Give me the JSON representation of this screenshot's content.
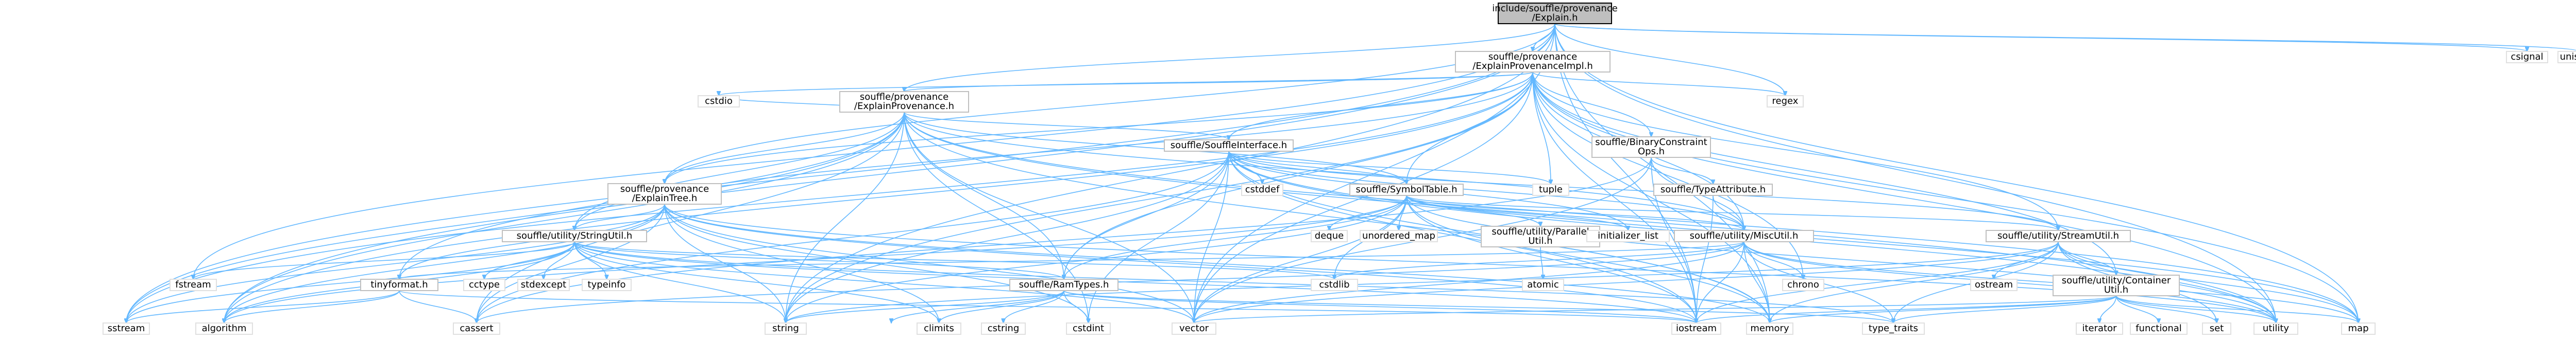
{
  "diagram": {
    "nodes": [
      {
        "id": "root",
        "lines": [
          "include/souffle/provenance",
          "/Explain.h"
        ],
        "style": "root"
      },
      {
        "id": "explainprovimpl",
        "lines": [
          "souffle/provenance",
          "/ExplainProvenanceImpl.h"
        ],
        "style": "normal"
      },
      {
        "id": "csignal",
        "lines": [
          "csignal"
        ],
        "style": "plain"
      },
      {
        "id": "unistd",
        "lines": [
          "unistd.h"
        ],
        "style": "plain"
      },
      {
        "id": "explainprov",
        "lines": [
          "souffle/provenance",
          "/ExplainProvenance.h"
        ],
        "style": "normal"
      },
      {
        "id": "regex",
        "lines": [
          "regex"
        ],
        "style": "plain"
      },
      {
        "id": "cstdio",
        "lines": [
          "cstdio"
        ],
        "style": "plain"
      },
      {
        "id": "souffleinterface",
        "lines": [
          "souffle/SouffleInterface.h"
        ],
        "style": "normal"
      },
      {
        "id": "binaryconstraint",
        "lines": [
          "souffle/BinaryConstraint",
          "Ops.h"
        ],
        "style": "normal"
      },
      {
        "id": "explaintree",
        "lines": [
          "souffle/provenance",
          "/ExplainTree.h"
        ],
        "style": "normal"
      },
      {
        "id": "cstddef",
        "lines": [
          "cstddef"
        ],
        "style": "plain"
      },
      {
        "id": "symboltable",
        "lines": [
          "souffle/SymbolTable.h"
        ],
        "style": "normal"
      },
      {
        "id": "tuple",
        "lines": [
          "tuple"
        ],
        "style": "plain"
      },
      {
        "id": "typeattribute",
        "lines": [
          "souffle/TypeAttribute.h"
        ],
        "style": "normal"
      },
      {
        "id": "stringutil",
        "lines": [
          "souffle/utility/StringUtil.h"
        ],
        "style": "normal"
      },
      {
        "id": "deque",
        "lines": [
          "deque"
        ],
        "style": "plain"
      },
      {
        "id": "unordered_map",
        "lines": [
          "unordered_map"
        ],
        "style": "plain"
      },
      {
        "id": "parallelutil",
        "lines": [
          "souffle/utility/Parallel",
          "Util.h"
        ],
        "style": "normal"
      },
      {
        "id": "initializer_list",
        "lines": [
          "initializer_list"
        ],
        "style": "plain"
      },
      {
        "id": "miscutil",
        "lines": [
          "souffle/utility/MiscUtil.h"
        ],
        "style": "normal"
      },
      {
        "id": "streamutil",
        "lines": [
          "souffle/utility/StreamUtil.h"
        ],
        "style": "normal"
      },
      {
        "id": "fstream",
        "lines": [
          "fstream"
        ],
        "style": "plain"
      },
      {
        "id": "cctype",
        "lines": [
          "cctype"
        ],
        "style": "plain"
      },
      {
        "id": "stdexcept",
        "lines": [
          "stdexcept"
        ],
        "style": "plain"
      },
      {
        "id": "typeinfo",
        "lines": [
          "typeinfo"
        ],
        "style": "plain"
      },
      {
        "id": "tinyformat",
        "lines": [
          "tinyformat.h"
        ],
        "style": "normal"
      },
      {
        "id": "atomic",
        "lines": [
          "atomic"
        ],
        "style": "plain"
      },
      {
        "id": "ramtypes",
        "lines": [
          "souffle/RamTypes.h"
        ],
        "style": "normal"
      },
      {
        "id": "cstdlib",
        "lines": [
          "cstdlib"
        ],
        "style": "plain"
      },
      {
        "id": "chrono",
        "lines": [
          "chrono"
        ],
        "style": "plain"
      },
      {
        "id": "ostream",
        "lines": [
          "ostream"
        ],
        "style": "plain"
      },
      {
        "id": "containerutil",
        "lines": [
          "souffle/utility/Container",
          "Util.h"
        ],
        "style": "normal"
      },
      {
        "id": "sstream",
        "lines": [
          "sstream"
        ],
        "style": "plain"
      },
      {
        "id": "algorithm",
        "lines": [
          "algorithm"
        ],
        "style": "plain"
      },
      {
        "id": "cassert",
        "lines": [
          "cassert"
        ],
        "style": "plain"
      },
      {
        "id": "string",
        "lines": [
          "string"
        ],
        "style": "plain"
      },
      {
        "id": "climits",
        "lines": [
          "climits"
        ],
        "style": "plain"
      },
      {
        "id": "cstring",
        "lines": [
          "cstring"
        ],
        "style": "plain"
      },
      {
        "id": "cstdint",
        "lines": [
          "cstdint"
        ],
        "style": "plain"
      },
      {
        "id": "vector",
        "lines": [
          "vector"
        ],
        "style": "plain"
      },
      {
        "id": "iostream",
        "lines": [
          "iostream"
        ],
        "style": "plain"
      },
      {
        "id": "memory",
        "lines": [
          "memory"
        ],
        "style": "plain"
      },
      {
        "id": "type_traits",
        "lines": [
          "type_traits"
        ],
        "style": "plain"
      },
      {
        "id": "iterator",
        "lines": [
          "iterator"
        ],
        "style": "plain"
      },
      {
        "id": "functional",
        "lines": [
          "functional"
        ],
        "style": "plain"
      },
      {
        "id": "set",
        "lines": [
          "set"
        ],
        "style": "plain"
      },
      {
        "id": "utility",
        "lines": [
          "utility"
        ],
        "style": "plain"
      },
      {
        "id": "map",
        "lines": [
          "map"
        ],
        "style": "plain"
      }
    ],
    "edges": [
      [
        "root",
        "explainprovimpl"
      ],
      [
        "root",
        "csignal"
      ],
      [
        "root",
        "unistd"
      ],
      [
        "root",
        "explainprov"
      ],
      [
        "root",
        "explaintree"
      ],
      [
        "root",
        "regex"
      ],
      [
        "root",
        "fstream"
      ],
      [
        "root",
        "sstream"
      ],
      [
        "root",
        "algorithm"
      ],
      [
        "root",
        "string"
      ],
      [
        "root",
        "vector"
      ],
      [
        "root",
        "iostream"
      ],
      [
        "root",
        "map"
      ],
      [
        "root",
        "utility"
      ],
      [
        "root",
        "memory"
      ],
      [
        "explainprovimpl",
        "explainprov"
      ],
      [
        "explainprovimpl",
        "souffleinterface"
      ],
      [
        "explainprovimpl",
        "binaryconstraint"
      ],
      [
        "explainprovimpl",
        "explaintree"
      ],
      [
        "explainprovimpl",
        "symboltable"
      ],
      [
        "explainprovimpl",
        "stringutil"
      ],
      [
        "explainprovimpl",
        "streamutil"
      ],
      [
        "explainprovimpl",
        "containerutil"
      ],
      [
        "explainprovimpl",
        "miscutil"
      ],
      [
        "explainprovimpl",
        "regex"
      ],
      [
        "explainprovimpl",
        "cstdio"
      ],
      [
        "explainprovimpl",
        "tuple"
      ],
      [
        "explainprovimpl",
        "chrono"
      ],
      [
        "explainprovimpl",
        "ramtypes"
      ],
      [
        "explainprovimpl",
        "map"
      ],
      [
        "explainprovimpl",
        "memory"
      ],
      [
        "explainprovimpl",
        "vector"
      ],
      [
        "explainprovimpl",
        "string"
      ],
      [
        "explainprovimpl",
        "iostream"
      ],
      [
        "explainprovimpl",
        "utility"
      ],
      [
        "explainprovimpl",
        "sstream"
      ],
      [
        "explainprovimpl",
        "algorithm"
      ],
      [
        "explainprov",
        "souffleinterface"
      ],
      [
        "explainprov",
        "explaintree"
      ],
      [
        "explainprov",
        "symboltable"
      ],
      [
        "explainprov",
        "stringutil"
      ],
      [
        "explainprov",
        "cstdio"
      ],
      [
        "explainprov",
        "tinyformat"
      ],
      [
        "explainprov",
        "ramtypes"
      ],
      [
        "explainprov",
        "miscutil"
      ],
      [
        "explainprov",
        "string"
      ],
      [
        "explainprov",
        "vector"
      ],
      [
        "explainprov",
        "memory"
      ],
      [
        "explainprov",
        "map"
      ],
      [
        "explainprov",
        "utility"
      ],
      [
        "explainprov",
        "sstream"
      ],
      [
        "explainprov",
        "algorithm"
      ],
      [
        "explainprov",
        "cassert"
      ],
      [
        "explainprov",
        "cstdint"
      ],
      [
        "souffleinterface",
        "symboltable"
      ],
      [
        "souffleinterface",
        "ramtypes"
      ],
      [
        "souffleinterface",
        "miscutil"
      ],
      [
        "souffleinterface",
        "cstddef"
      ],
      [
        "souffleinterface",
        "tuple"
      ],
      [
        "souffleinterface",
        "initializer_list"
      ],
      [
        "souffleinterface",
        "cassert"
      ],
      [
        "souffleinterface",
        "cstdint"
      ],
      [
        "souffleinterface",
        "iostream"
      ],
      [
        "souffleinterface",
        "map"
      ],
      [
        "souffleinterface",
        "memory"
      ],
      [
        "souffleinterface",
        "string"
      ],
      [
        "souffleinterface",
        "utility"
      ],
      [
        "souffleinterface",
        "vector"
      ],
      [
        "souffleinterface",
        "streamutil"
      ],
      [
        "binaryconstraint",
        "typeattribute"
      ],
      [
        "binaryconstraint",
        "miscutil"
      ],
      [
        "binaryconstraint",
        "cassert"
      ],
      [
        "binaryconstraint",
        "iostream"
      ],
      [
        "binaryconstraint",
        "vector"
      ],
      [
        "typeattribute",
        "miscutil"
      ],
      [
        "typeattribute",
        "iostream"
      ],
      [
        "explaintree",
        "stringutil"
      ],
      [
        "explaintree",
        "tinyformat"
      ],
      [
        "explaintree",
        "algorithm"
      ],
      [
        "explaintree",
        "cassert"
      ],
      [
        "explaintree",
        "cstdint"
      ],
      [
        "explaintree",
        "iostream"
      ],
      [
        "explaintree",
        "memory"
      ],
      [
        "explaintree",
        "sstream"
      ],
      [
        "explaintree",
        "string"
      ],
      [
        "explaintree",
        "utility"
      ],
      [
        "explaintree",
        "vector"
      ],
      [
        "explaintree",
        "climits"
      ],
      [
        "symboltable",
        "ramtypes"
      ],
      [
        "symboltable",
        "parallelutil"
      ],
      [
        "symboltable",
        "miscutil"
      ],
      [
        "symboltable",
        "streamutil"
      ],
      [
        "symboltable",
        "deque"
      ],
      [
        "symboltable",
        "unordered_map"
      ],
      [
        "symboltable",
        "initializer_list"
      ],
      [
        "symboltable",
        "cstdlib"
      ],
      [
        "symboltable",
        "iostream"
      ],
      [
        "symboltable",
        "memory"
      ],
      [
        "symboltable",
        "string"
      ],
      [
        "symboltable",
        "utility"
      ],
      [
        "symboltable",
        "vector"
      ],
      [
        "symboltable",
        "algorithm"
      ],
      [
        "stringutil",
        "ramtypes"
      ],
      [
        "stringutil",
        "algorithm"
      ],
      [
        "stringutil",
        "cctype"
      ],
      [
        "stringutil",
        "fstream"
      ],
      [
        "stringutil",
        "stdexcept"
      ],
      [
        "stringutil",
        "typeinfo"
      ],
      [
        "stringutil",
        "cstdlib"
      ],
      [
        "stringutil",
        "sstream"
      ],
      [
        "stringutil",
        "string"
      ],
      [
        "stringutil",
        "vector"
      ],
      [
        "stringutil",
        "iostream"
      ],
      [
        "stringutil",
        "type_traits"
      ],
      [
        "stringutil",
        "climits"
      ],
      [
        "parallelutil",
        "atomic"
      ],
      [
        "miscutil",
        "tinyformat"
      ],
      [
        "miscutil",
        "cassert"
      ],
      [
        "miscutil",
        "chrono"
      ],
      [
        "miscutil",
        "cstdlib"
      ],
      [
        "miscutil",
        "iostream"
      ],
      [
        "miscutil",
        "map"
      ],
      [
        "miscutil",
        "memory"
      ],
      [
        "miscutil",
        "type_traits"
      ],
      [
        "miscutil",
        "utility"
      ],
      [
        "miscutil",
        "vector"
      ],
      [
        "streamutil",
        "containerutil"
      ],
      [
        "streamutil",
        "ostream"
      ],
      [
        "streamutil",
        "map"
      ],
      [
        "streamutil",
        "memory"
      ],
      [
        "streamutil",
        "set"
      ],
      [
        "streamutil",
        "string"
      ],
      [
        "streamutil",
        "utility"
      ],
      [
        "streamutil",
        "vector"
      ],
      [
        "streamutil",
        "type_traits"
      ],
      [
        "streamutil",
        "iostream"
      ],
      [
        "tinyformat",
        "algorithm"
      ],
      [
        "tinyformat",
        "cassert"
      ],
      [
        "tinyformat",
        "iostream"
      ],
      [
        "tinyformat",
        "sstream"
      ],
      [
        "ramtypes",
        "cstring"
      ],
      [
        "ramtypes",
        "iostream"
      ],
      [
        "ramtypes",
        "limits"
      ],
      [
        "ramtypes",
        "cstdint"
      ],
      [
        "ramtypes",
        "type_traits"
      ],
      [
        "ramtypes",
        "string"
      ],
      [
        "ramtypes",
        "climits"
      ],
      [
        "containerutil",
        "iterator"
      ],
      [
        "containerutil",
        "functional"
      ],
      [
        "containerutil",
        "set"
      ],
      [
        "containerutil",
        "utility"
      ],
      [
        "containerutil",
        "map"
      ],
      [
        "containerutil",
        "memory"
      ],
      [
        "containerutil",
        "type_traits"
      ],
      [
        "containerutil",
        "vector"
      ],
      [
        "containerutil",
        "iostream"
      ]
    ]
  }
}
